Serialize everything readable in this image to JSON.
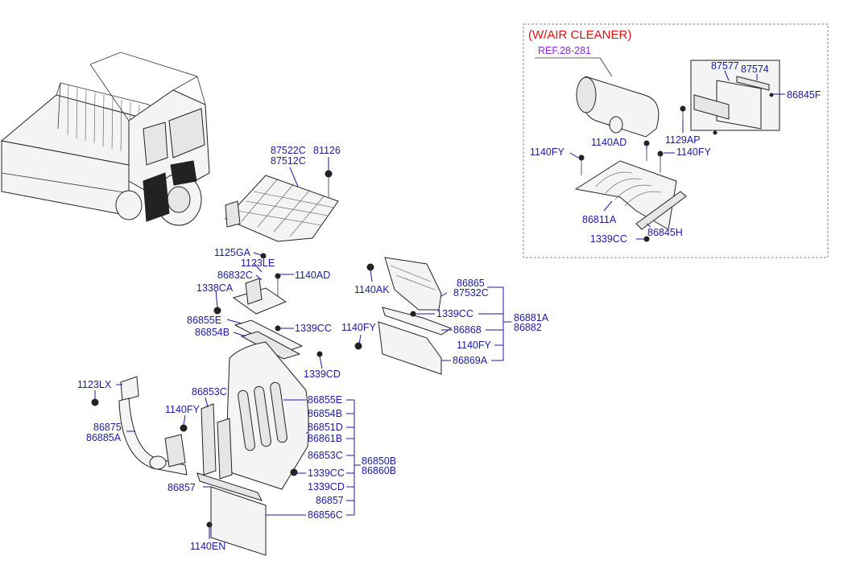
{
  "inset": {
    "title": "(W/AIR CLEANER)",
    "ref": "REF.28-281",
    "labels": {
      "l87577": "87577",
      "l87574": "87574",
      "l86845F": "86845F",
      "l1129AP": "1129AP",
      "l1140AD": "1140AD",
      "l1140FY_a": "1140FY",
      "l1140FY_b": "1140FY",
      "l86811A": "86811A",
      "l86845H": "86845H",
      "l1339CC": "1339CC"
    }
  },
  "labels": {
    "l87522C": "87522C",
    "l87512C": "87512C",
    "l81126": "81126",
    "l1125GA": "1125GA",
    "l1123LE": "1123LE",
    "l86832C": "86832C",
    "l1140AD": "1140AD",
    "l1338CA": "1338CA",
    "l86855E_top": "86855E",
    "l86854B_top": "86854B",
    "l1339CC_top": "1339CC",
    "l1339CD": "1339CD",
    "l1140AK": "1140AK",
    "l86865": "86865",
    "l87532C": "87532C",
    "l1339CC_r": "1339CC",
    "l86868": "86868",
    "l1140FY_r": "1140FY",
    "l86869A": "86869A",
    "l86881A": "86881A",
    "l86882": "86882",
    "l1140FY_m": "1140FY",
    "l1123LX": "1123LX",
    "l86853C_top": "86853C",
    "l1140FY_l": "1140FY",
    "l86875": "86875",
    "l86885A": "86885A",
    "l86855E": "86855E",
    "l86854B": "86854B",
    "l86851D": "86851D",
    "l86861B": "86861B",
    "l86853C": "86853C",
    "l1339CC": "1339CC",
    "l1339CD_b": "1339CD",
    "l86857": "86857",
    "l86856C": "86856C",
    "l86850B": "86850B",
    "l86860B": "86860B",
    "l86857_l": "86857",
    "l1140EN": "1140EN"
  },
  "colors": {
    "label": "#1a1aa6",
    "title": "#e01010",
    "ref": "#8a2be2",
    "inset_border": "#888888"
  }
}
